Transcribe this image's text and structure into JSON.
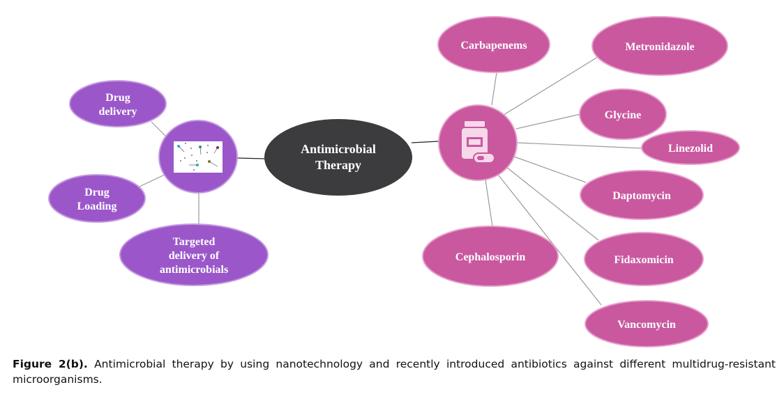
{
  "central": {
    "line1": "Antimicrobial",
    "line2": "Therapy"
  },
  "nanotech_branch": {
    "hub_icon": "nanoparticle-network-icon",
    "nodes": [
      {
        "line1": "Drug",
        "line2": "delivery"
      },
      {
        "line1": "Drug",
        "line2": "Loading"
      },
      {
        "line1": "Targeted",
        "line2": "delivery of",
        "line3": "antimicrobials"
      }
    ]
  },
  "antibiotic_branch": {
    "hub_icon": "medicine-bottle-pill-icon",
    "nodes": [
      "Carbapenems",
      "Metronidazole",
      "Glycine",
      "Linezolid",
      "Daptomycin",
      "Fidaxomicin",
      "Vancomycin",
      "Cephalosporin"
    ]
  },
  "caption": {
    "label": "Figure 2(b).",
    "text": "Antimicrobial therapy by using nanotechnology and recently introduced antibiotics against different multidrug-resistant microorganisms."
  },
  "colors": {
    "nanotech": "#9b57c9",
    "antibiotic": "#c9589f",
    "central": "#3c3b3d"
  }
}
